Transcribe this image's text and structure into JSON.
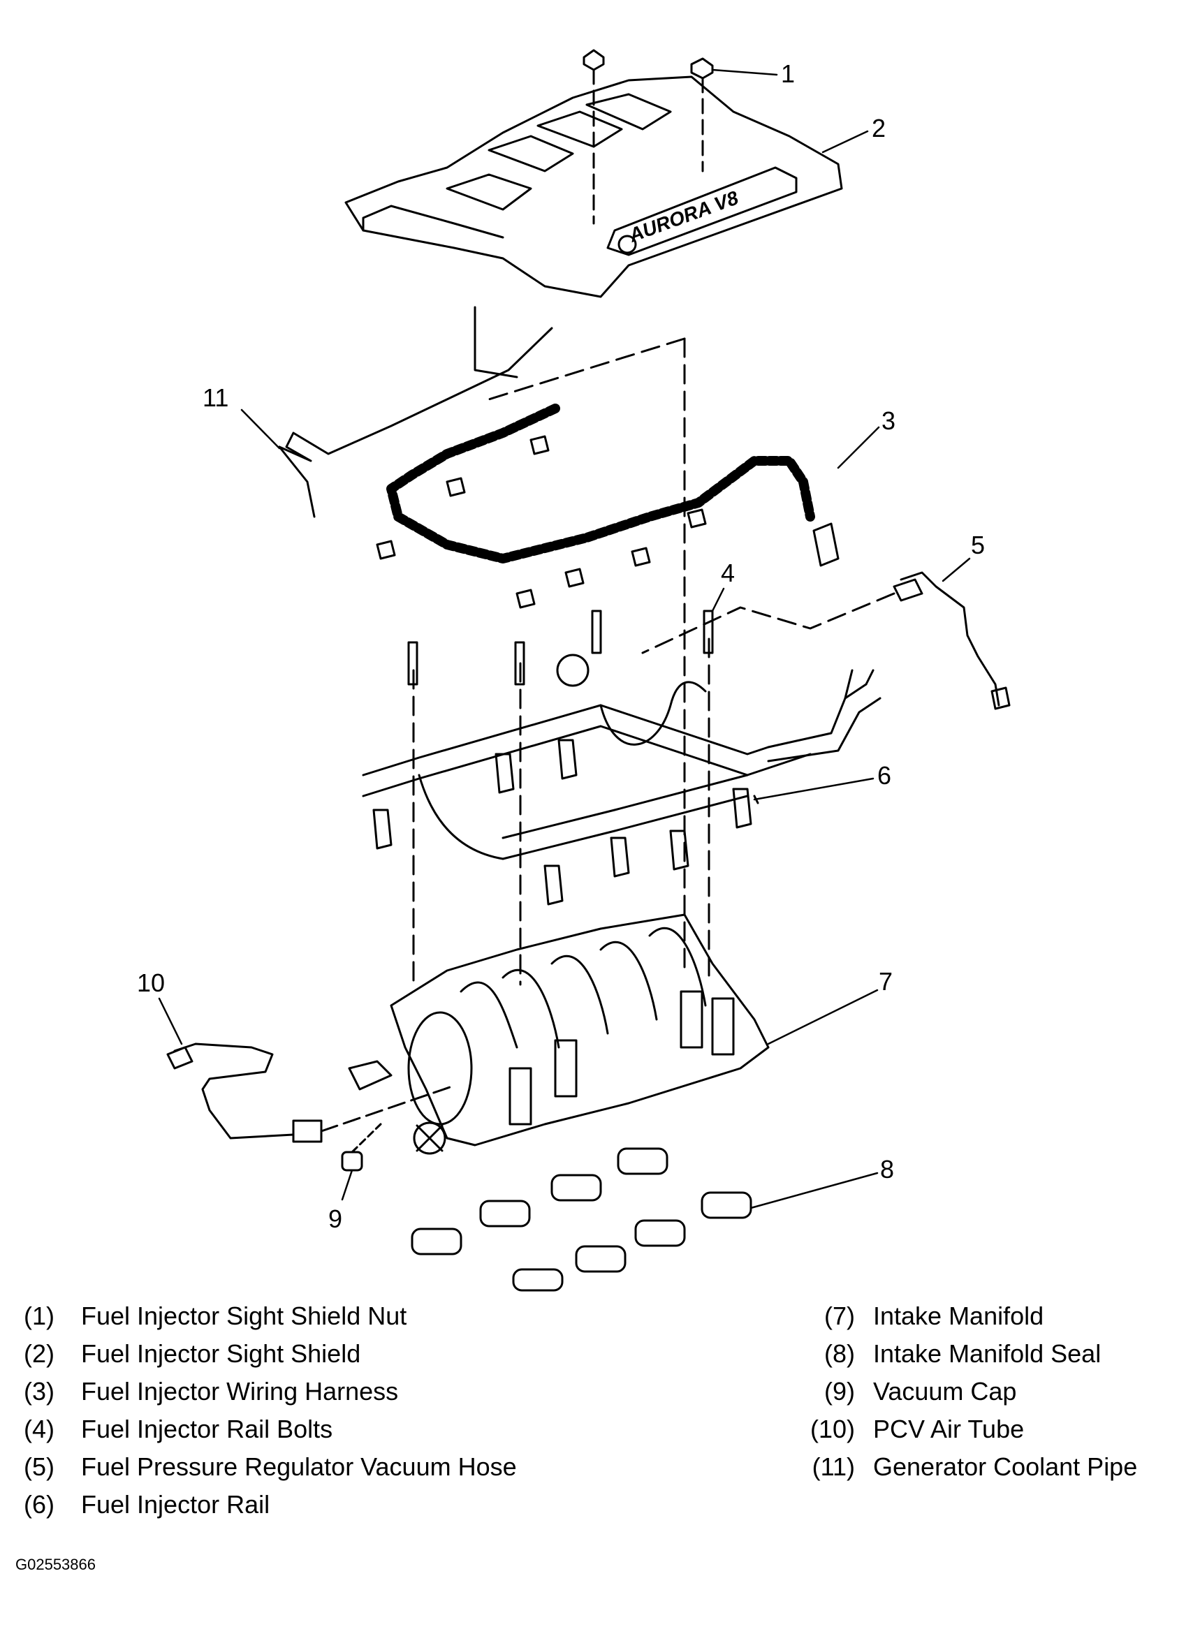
{
  "callouts": [
    "1",
    "2",
    "3",
    "4",
    "5",
    "6",
    "7",
    "8",
    "9",
    "10",
    "11"
  ],
  "logo_text": "AURORA V8",
  "legend_left": [
    {
      "num": "(1)",
      "label": "Fuel Injector Sight Shield Nut"
    },
    {
      "num": "(2)",
      "label": "Fuel Injector Sight Shield"
    },
    {
      "num": "(3)",
      "label": "Fuel Injector Wiring Harness"
    },
    {
      "num": "(4)",
      "label": "Fuel Injector Rail Bolts"
    },
    {
      "num": "(5)",
      "label": "Fuel Pressure Regulator Vacuum Hose"
    },
    {
      "num": "(6)",
      "label": "Fuel Injector Rail"
    }
  ],
  "legend_right": [
    {
      "num": "(7)",
      "label": "Intake Manifold"
    },
    {
      "num": "(8)",
      "label": "Intake Manifold Seal"
    },
    {
      "num": "(9)",
      "label": "Vacuum Cap"
    },
    {
      "num": "(10)",
      "label": "PCV Air Tube"
    },
    {
      "num": "(11)",
      "label": "Generator Coolant Pipe"
    }
  ],
  "figure_id": "G02553866"
}
